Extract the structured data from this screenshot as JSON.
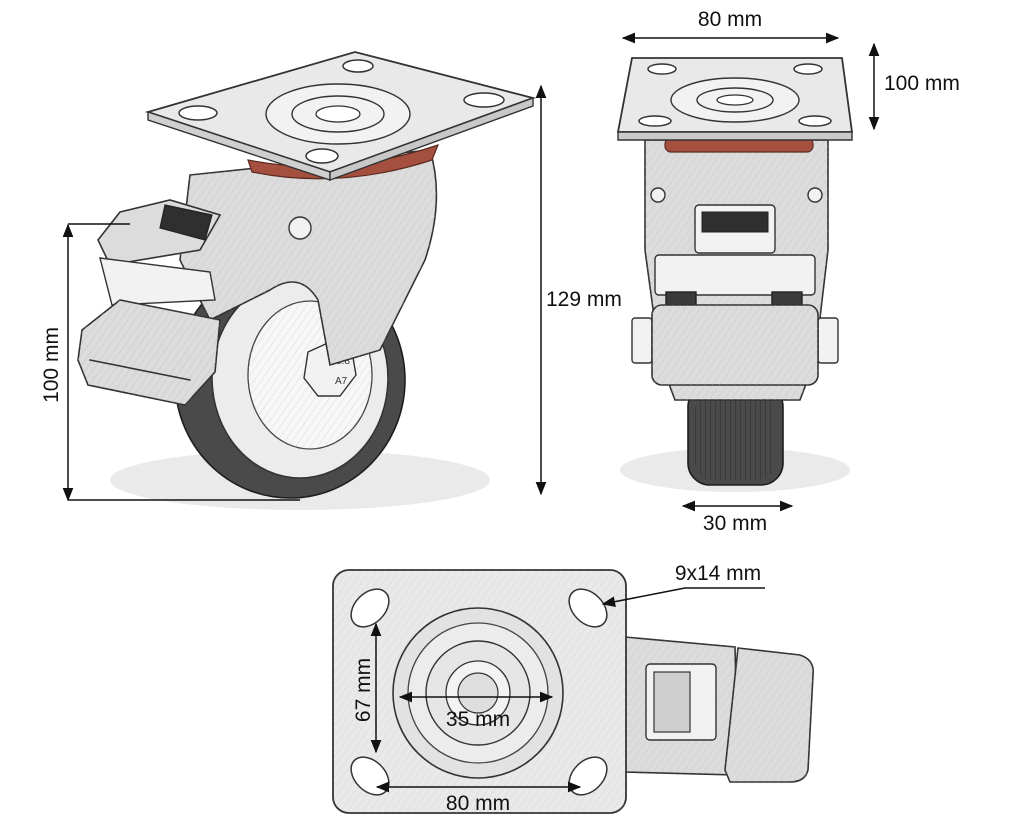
{
  "dimensions": {
    "side_wheel_height": "100 mm",
    "total_height": "129 mm",
    "front_plate_width": "80 mm",
    "front_plate_depth": "100 mm",
    "wheel_width": "30 mm",
    "hole_size": "9x14 mm",
    "hole_spacing_vertical": "67 mm",
    "bearing_diameter": "35 mm",
    "hole_spacing_horizontal": "80 mm"
  },
  "markings": {
    "bolt_grade_top": "8.8",
    "bolt_grade_bottom": "A7"
  },
  "colors": {
    "ink": "#333333",
    "plate": "#e9e9e9",
    "tire": "#4a4a4a",
    "gasket": "#a5503f"
  }
}
